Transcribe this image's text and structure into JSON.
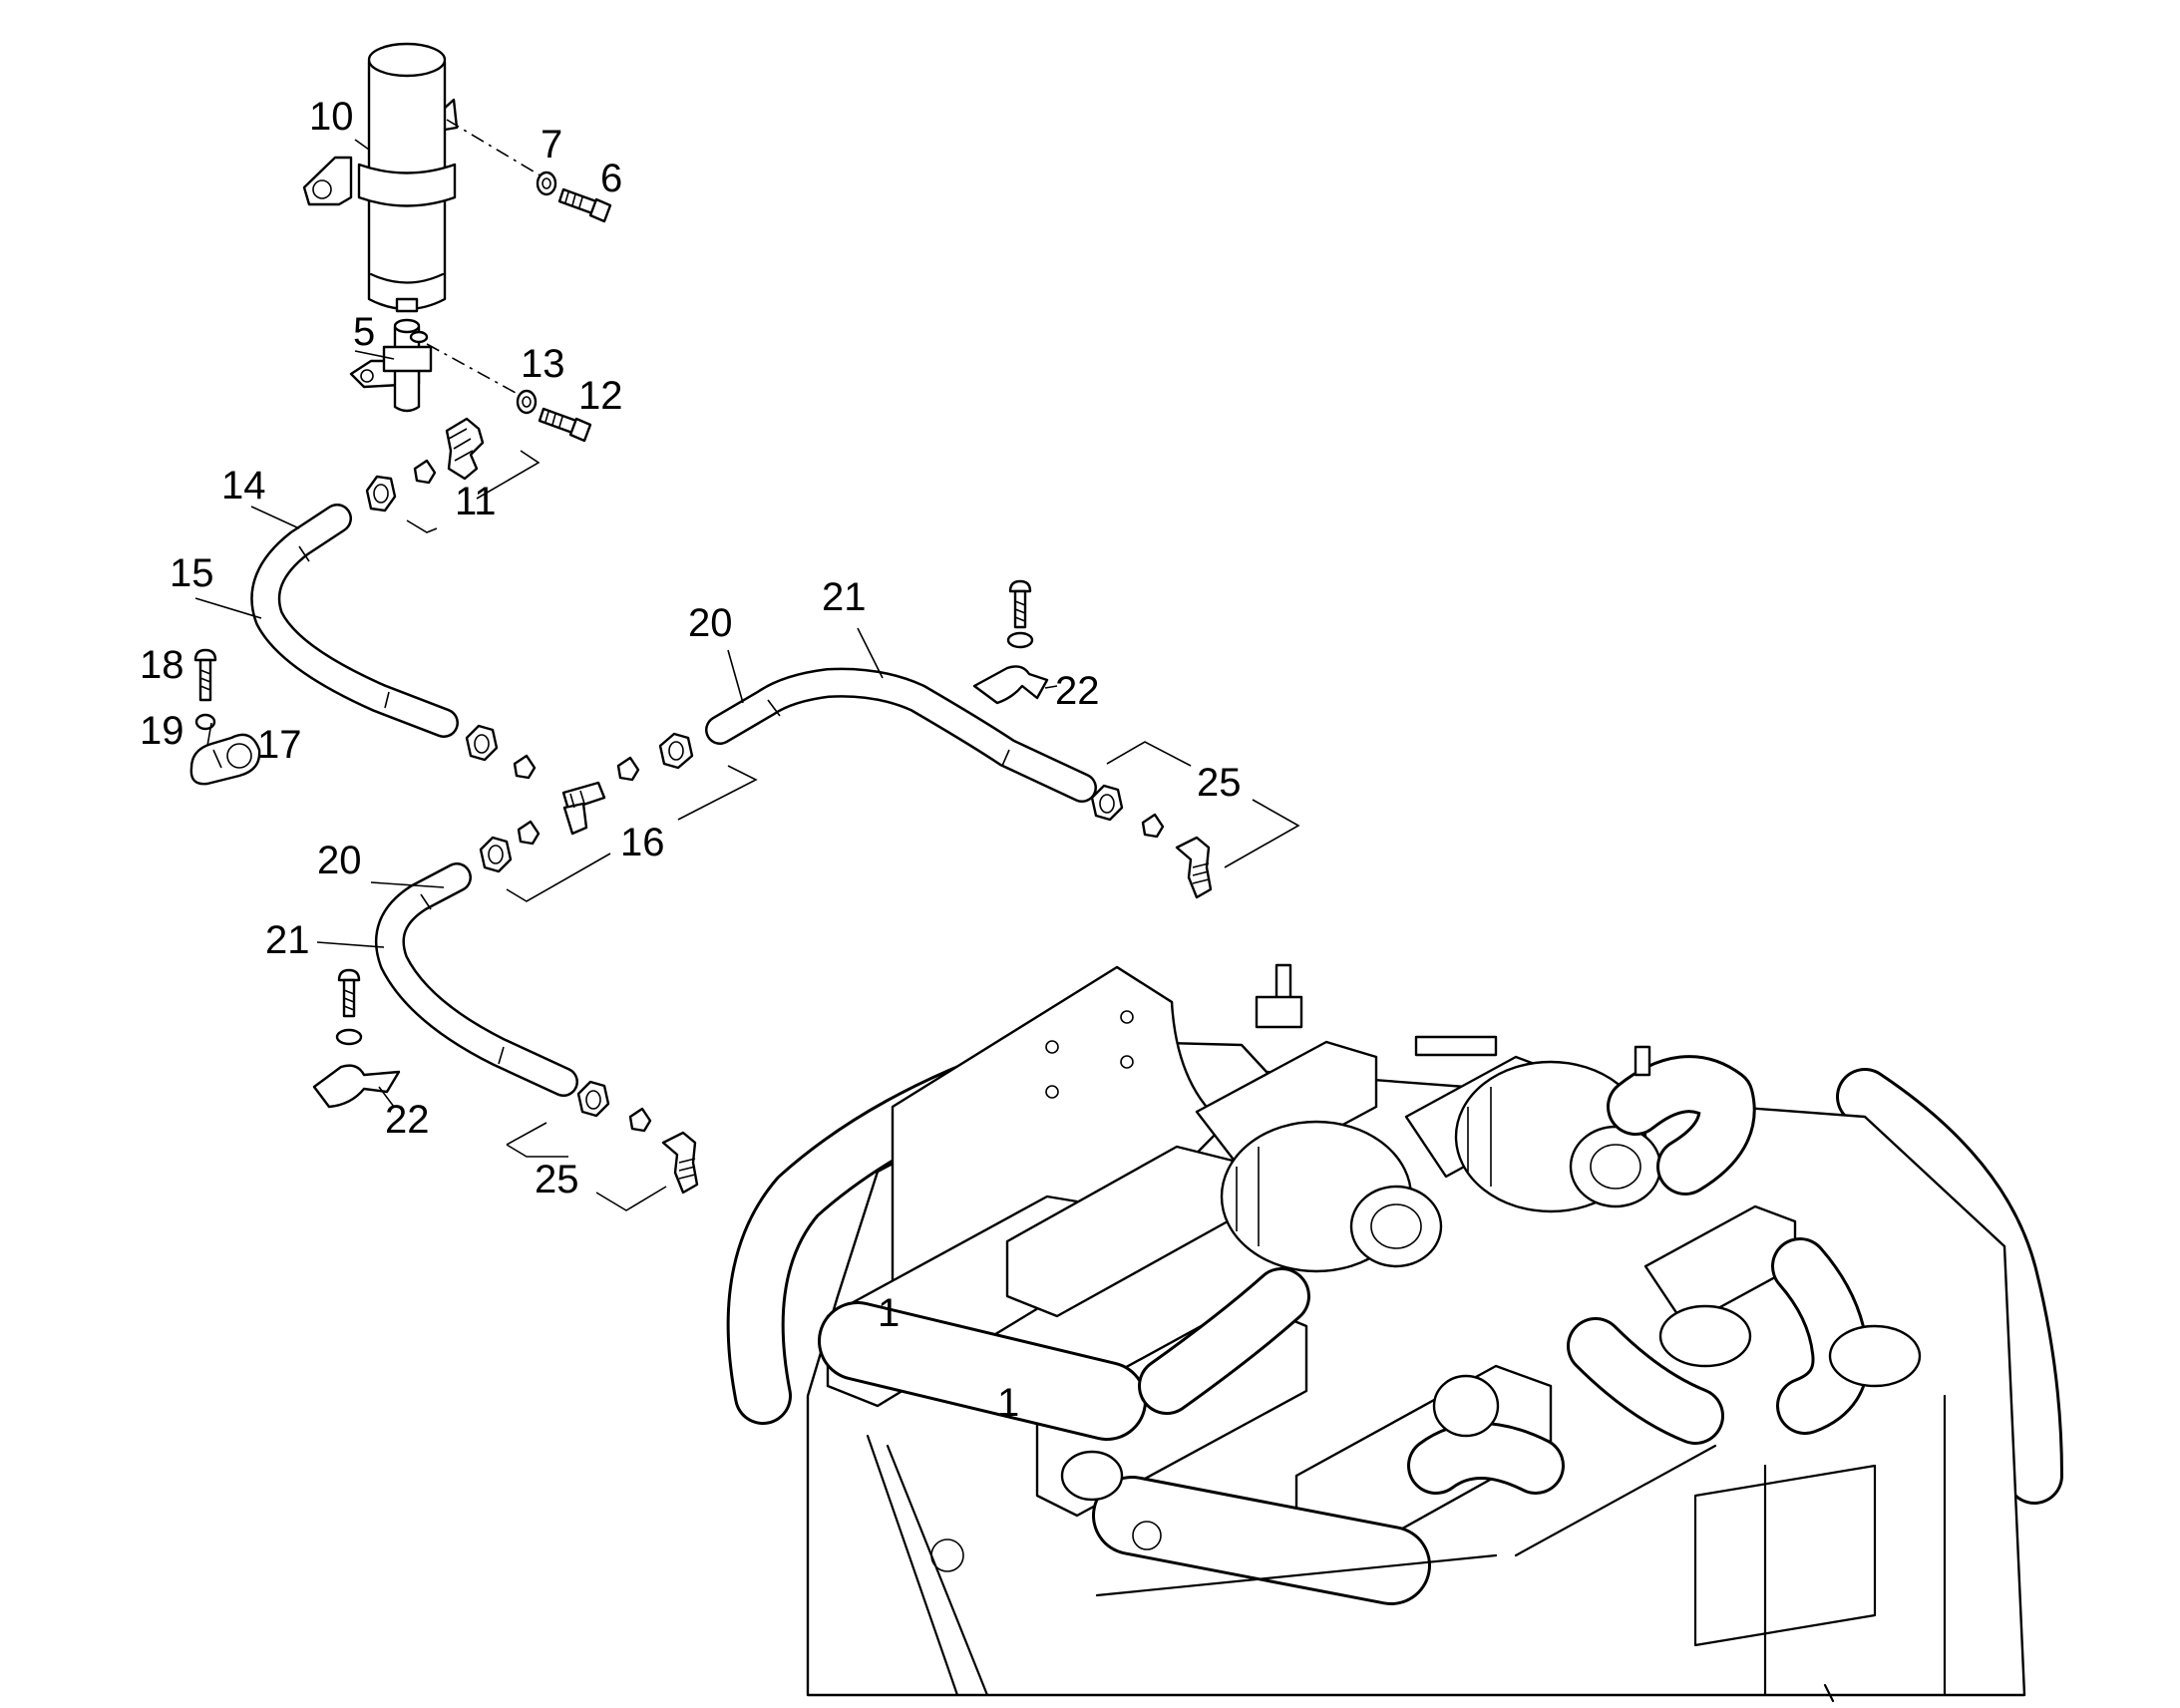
{
  "callouts": {
    "c10": "10",
    "c7": "7",
    "c6": "6",
    "c5": "5",
    "c13": "13",
    "c12": "12",
    "c14": "14",
    "c11": "11",
    "c15": "15",
    "c18": "18",
    "c19": "19",
    "c17": "17",
    "c20a": "20",
    "c21a": "21",
    "c22a": "22",
    "c25a": "25",
    "c16": "16",
    "c20b": "20",
    "c21b": "21",
    "c22b": "22",
    "c25b": "25",
    "c1a": "1",
    "c1b": "1"
  }
}
